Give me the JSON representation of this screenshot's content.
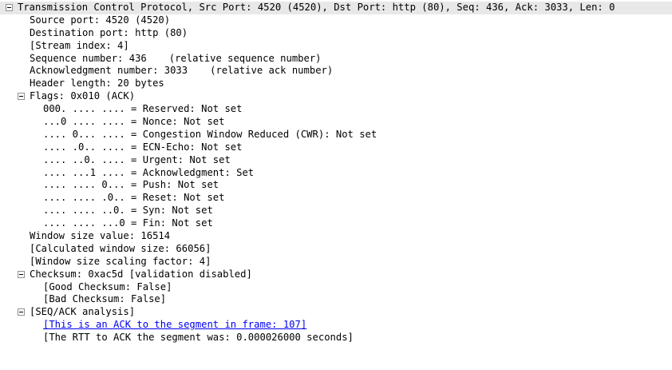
{
  "tree": {
    "tcp_header": "Transmission Control Protocol, Src Port: 4520 (4520), Dst Port: http (80), Seq: 436, Ack: 3033, Len: 0",
    "source_port": "Source port: 4520 (4520)",
    "destination_port": "Destination port: http (80)",
    "stream_index": "[Stream index: 4]",
    "sequence_number": "Sequence number: 436",
    "sequence_note": "(relative sequence number)",
    "ack_number": "Acknowledgment number: 3033",
    "ack_note": "(relative ack number)",
    "header_length": "Header length: 20 bytes",
    "flags": "Flags: 0x010 (ACK)",
    "flag_lines": [
      "000. .... .... = Reserved: Not set",
      "...0 .... .... = Nonce: Not set",
      ".... 0... .... = Congestion Window Reduced (CWR): Not set",
      ".... .0.. .... = ECN-Echo: Not set",
      ".... ..0. .... = Urgent: Not set",
      ".... ...1 .... = Acknowledgment: Set",
      ".... .... 0... = Push: Not set",
      ".... .... .0.. = Reset: Not set",
      ".... .... ..0. = Syn: Not set",
      ".... .... ...0 = Fin: Not set"
    ],
    "window_size_value": "Window size value: 16514",
    "calculated_window_size": "[Calculated window size: 66056]",
    "window_scaling_factor": "[Window size scaling factor: 4]",
    "checksum": "Checksum: 0xac5d [validation disabled]",
    "good_checksum": "[Good Checksum: False]",
    "bad_checksum": "[Bad Checksum: False]",
    "seq_ack_analysis": "[SEQ/ACK analysis]",
    "ack_segment_link": "[This is an ACK to the segment in frame: 107]",
    "rtt": "[The RTT to ACK the segment was: 0.000026000 seconds]"
  }
}
